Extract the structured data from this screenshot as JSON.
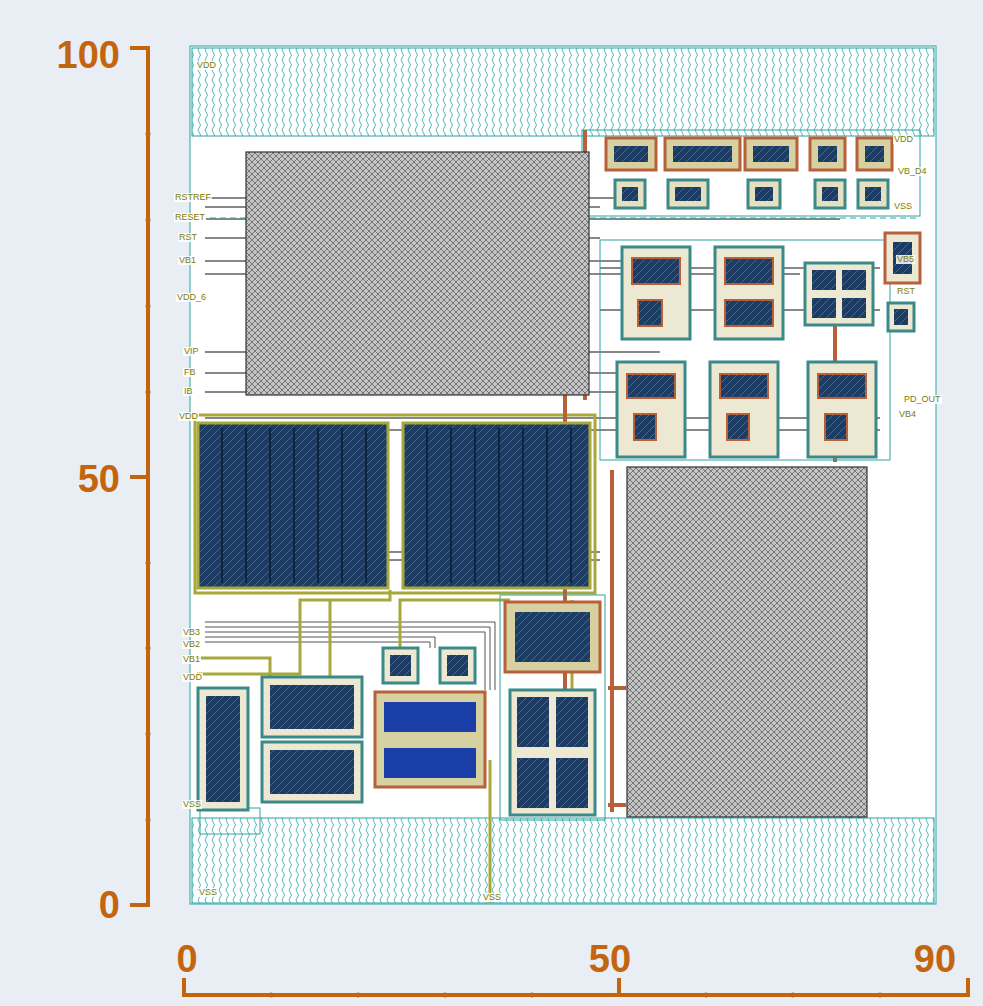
{
  "diagram": {
    "labels": [
      "100",
      "VDD",
      "RSTREF",
      "RESET",
      "RST",
      "VB1",
      "VDD_6",
      "VIP",
      "FB",
      "IB",
      "VDD",
      "50",
      "VB3",
      "VB2",
      "VB1",
      "VDD",
      "VSS",
      "VSS",
      "VSS",
      "0",
      "VDD",
      "VB_D4",
      "VSS",
      "VB5",
      "RST",
      "PD_OUT",
      "VB4",
      "0",
      "50",
      "90"
    ]
  }
}
